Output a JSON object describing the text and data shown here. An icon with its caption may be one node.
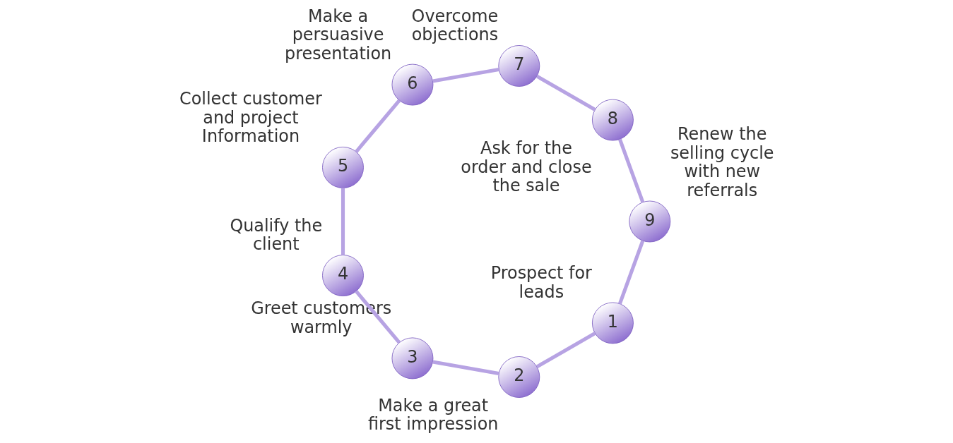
{
  "diagram": {
    "nodes": [
      {
        "text": [
          "1"
        ],
        "beside": [
          "Prospect for leads"
        ]
      },
      {
        "text": [
          "2"
        ],
        "beside": [
          "Make a great first impression"
        ]
      },
      {
        "text": [
          "3"
        ],
        "beside": [
          "Greet customers warmly"
        ]
      },
      {
        "text": [
          "4"
        ],
        "beside": [
          "Qualify the client"
        ]
      },
      {
        "text": [
          "5"
        ],
        "beside": [
          "Collect customer and project Information"
        ]
      },
      {
        "text": [
          "6"
        ],
        "beside": [
          "Make a persuasive presentation"
        ]
      },
      {
        "text": [
          "7"
        ],
        "beside": [
          "Overcome objections"
        ]
      },
      {
        "text": [
          "8"
        ],
        "beside": [
          "Ask for the order and close the sale"
        ]
      },
      {
        "text": [
          "9"
        ],
        "beside": [
          "Renew the selling cycle with new referrals"
        ]
      }
    ],
    "edges": [
      {
        "from": 0,
        "to": 1,
        "arrow": "none"
      },
      {
        "from": 1,
        "to": 2,
        "arrow": "none"
      },
      {
        "from": 2,
        "to": 3,
        "arrow": "none"
      },
      {
        "from": 3,
        "to": 4,
        "arrow": "none"
      },
      {
        "from": 4,
        "to": 5,
        "arrow": "none"
      },
      {
        "from": 5,
        "to": 6,
        "arrow": "none"
      },
      {
        "from": 6,
        "to": 7,
        "arrow": "none"
      },
      {
        "from": 7,
        "to": 8,
        "arrow": "none"
      },
      {
        "from": 8,
        "to": 0,
        "arrow": "none"
      }
    ]
  }
}
